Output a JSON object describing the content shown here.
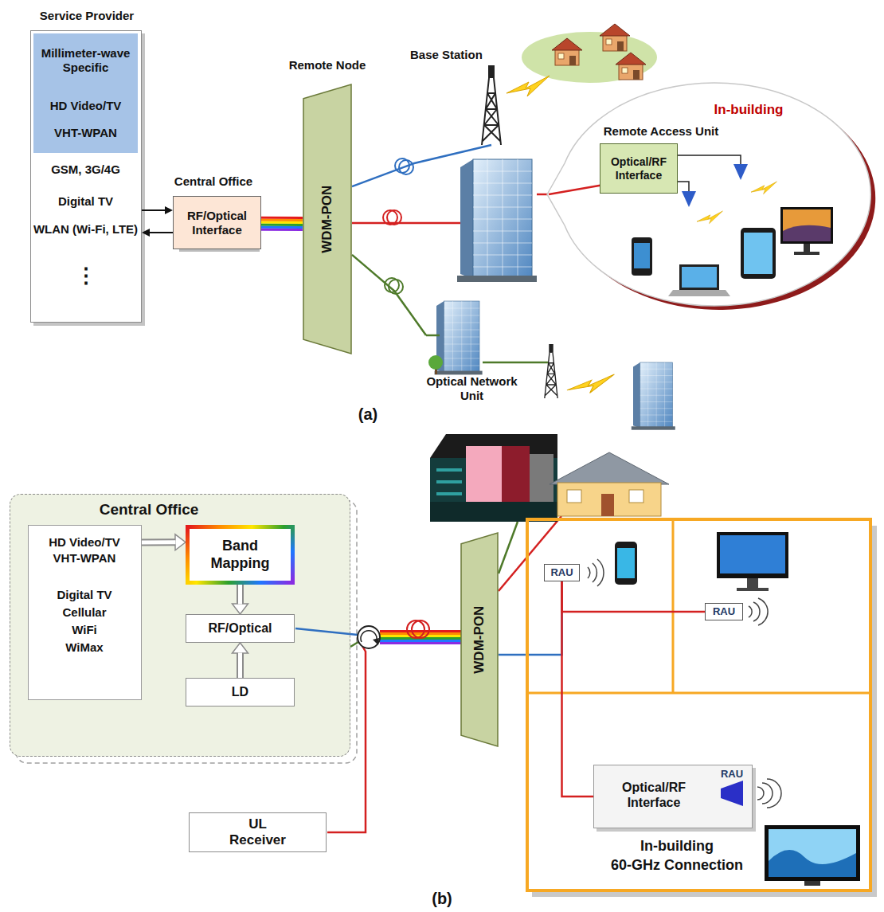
{
  "diagram": {
    "nodes": [
      {
        "text": [
          "Service Provider",
          "GSM, 3G/4G",
          "Digital TV",
          "WLAN (Wi-Fi, LTE)",
          "⋮"
        ]
      },
      {
        "text": [
          "Millimeter-wave Specific",
          "HD Video/TV",
          "VHT-WPAN"
        ],
        "in": 0
      },
      {
        "text": [
          "Central Office",
          "RF/Optical Interface"
        ]
      },
      {
        "text": [
          "Remote Node",
          "WDM-PON"
        ]
      },
      {
        "text": [
          "Base Station"
        ]
      },
      {
        "text": [
          "In-building",
          "Remote Access Unit"
        ]
      },
      {
        "text": [
          "Optical/RF Interface"
        ],
        "in": 5
      },
      {
        "text": [
          "Optical Network Unit"
        ]
      },
      {
        "text": [
          "Central Office"
        ]
      },
      {
        "text": [
          "HD Video/TV",
          "VHT-WPAN",
          "Digital TV",
          "Cellular",
          "WiFi",
          "WiMax"
        ],
        "in": 8
      },
      {
        "text": [
          "Band Mapping"
        ],
        "in": 8
      },
      {
        "text": [
          "RF/Optical"
        ],
        "in": 8
      },
      {
        "text": [
          "LD"
        ],
        "in": 8
      },
      {
        "text": [
          "UL Receiver"
        ]
      },
      {
        "text": [
          "WDM-PON"
        ]
      },
      {
        "text": [
          "In-building",
          "60-GHz Connection"
        ]
      },
      {
        "text": [
          "RAU"
        ],
        "in": 15
      },
      {
        "text": [
          "RAU"
        ],
        "in": 15
      },
      {
        "text": [
          "Optical/RF Interface",
          "RAU"
        ],
        "in": 15
      }
    ],
    "edges": [
      {
        "from": 0,
        "to": 2,
        "arrow": "to"
      },
      {
        "from": 2,
        "to": 0,
        "arrow": "to"
      },
      {
        "from": 2,
        "to": 3,
        "arrow": "none"
      },
      {
        "from": 3,
        "to": 4,
        "arrow": "none"
      },
      {
        "from": 3,
        "to": 7,
        "arrow": "none"
      },
      {
        "from": 9,
        "to": 10,
        "arrow": "to"
      },
      {
        "from": 10,
        "to": 11,
        "arrow": "to"
      },
      {
        "from": 12,
        "to": 11,
        "arrow": "to"
      },
      {
        "from": 14,
        "to": 16,
        "arrow": "none"
      },
      {
        "from": 16,
        "to": 17,
        "arrow": "none"
      },
      {
        "from": 16,
        "to": 18,
        "arrow": "none"
      }
    ],
    "labels": [
      "(a)",
      "(b)"
    ]
  }
}
